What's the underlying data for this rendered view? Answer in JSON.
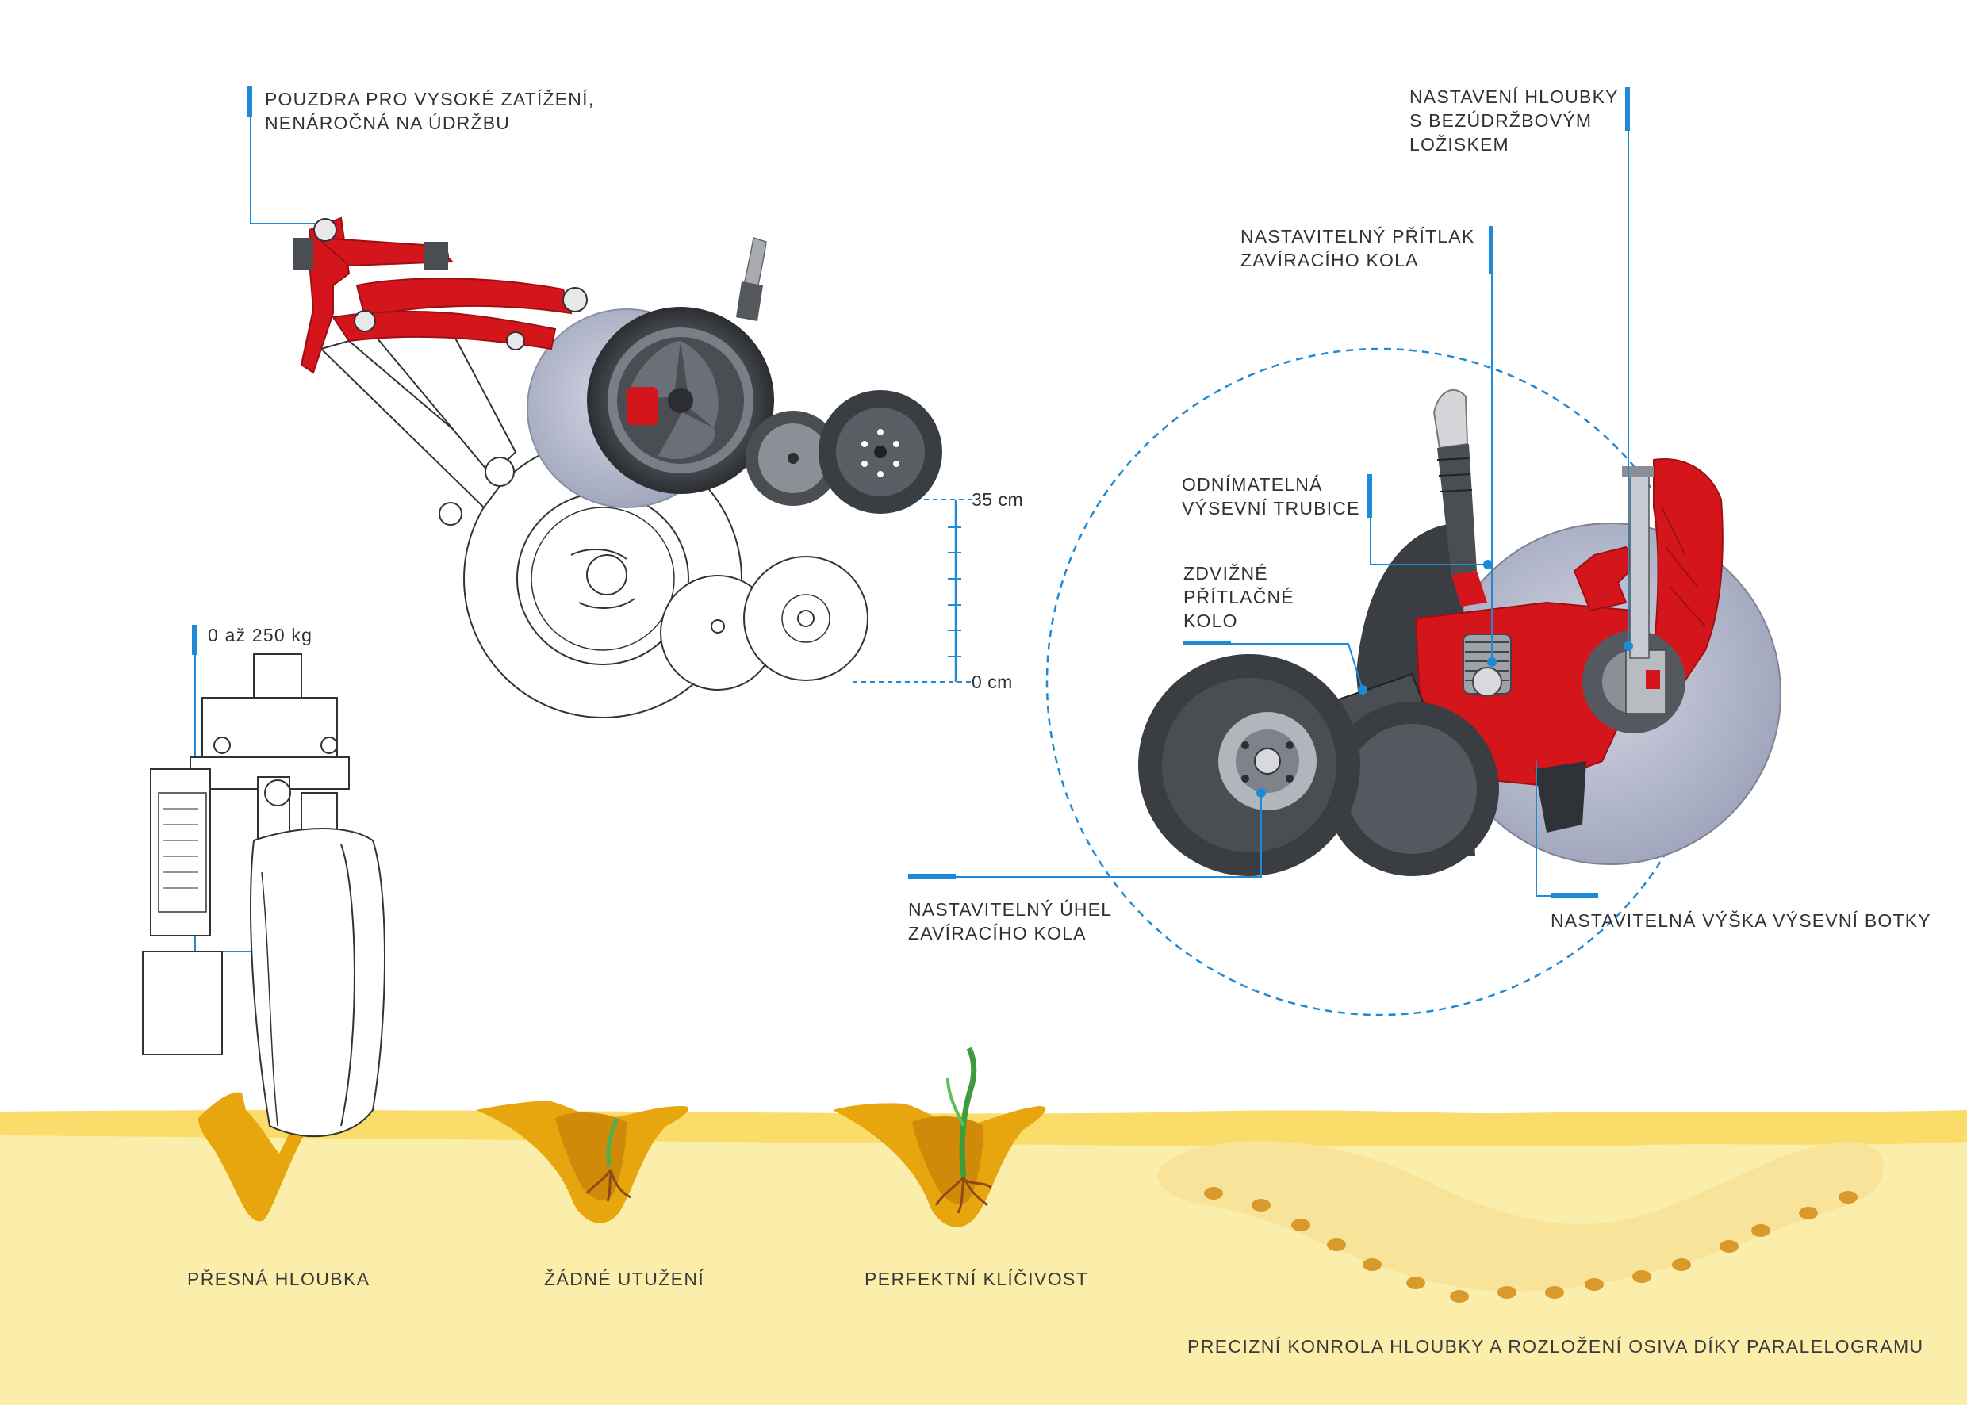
{
  "colors": {
    "accent_blue": "#1e8ad6",
    "frame_red": "#d4161c",
    "soil_light": "#fbeeaa",
    "soil_top": "#f9dc6a",
    "soil_pocket": "#e8a60e",
    "wheel_dark": "#3a3d42",
    "disc_grey": "#b9bdd0"
  },
  "icons": {
    "seed": "seed-icon",
    "sprout": "sprout-icon",
    "root": "root-icon"
  },
  "labels": {
    "bushings": "POUZDRA PRO VYSOKÉ ZATÍŽENÍ,\nNENÁROČNÁ NA ÚDRŽBU",
    "depth_setting": "NASTAVENÍ HLOUBKY\nS BEZÚDRŽBOVÝM\nLOŽISKEM",
    "closing_pressure": "NASTAVITELNÝ PŘÍTLAK\nZAVÍRACÍHO KOLA",
    "seed_tube": "ODNÍMATELNÁ\nVÝSEVNÍ TRUBICE",
    "press_wheel": "ZDVIŽNÉ\nPŘÍTLAČNÉ\nKOLO",
    "load": "0 až 250 kg",
    "closing_angle": "NASTAVITELNÝ ÚHEL\nZAVÍRACÍHO KOLA",
    "boot_height": "NASTAVITELNÁ VÝŠKA VÝSEVNÍ BOTKY"
  },
  "scale": {
    "top": "35 cm",
    "bottom": "0 cm"
  },
  "soil_labels": {
    "depth": "PŘESNÁ HLOUBKA",
    "no_compaction": "ŽÁDNÉ UTUŽENÍ",
    "germination": "PERFEKTNÍ KLÍČIVOST",
    "parallelogram": "PRECIZNÍ KONROLA HLOUBKY A ROZLOŽENÍ OSIVA DÍKY PARALELOGRAMU"
  }
}
